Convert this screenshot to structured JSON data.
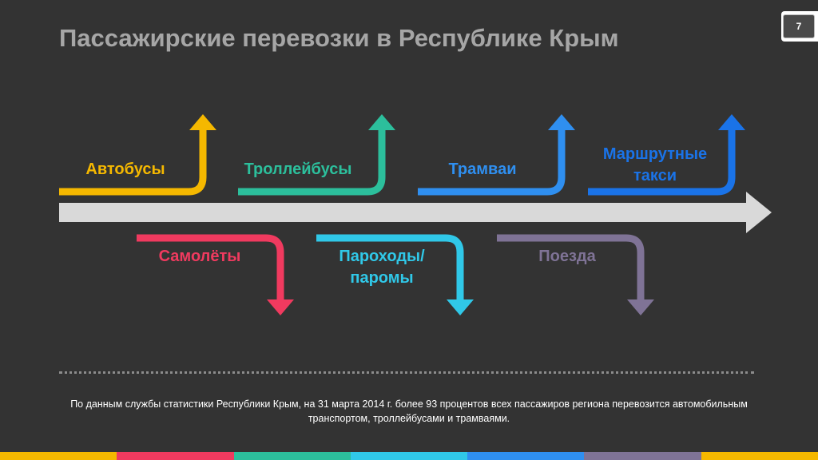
{
  "slide": {
    "title": "Пассажирские перевозки в Республике Крым",
    "page_number": "7",
    "note": "По данным службы статистики Республики Крым, на 31 марта 2014 г. более 93 процентов всех пассажиров региона перевозится автомобильным транспортом, троллейбусами и трамваями."
  },
  "colors": {
    "background": "#333333",
    "timeline": "#d9d9d9",
    "title": "#a6a6a6"
  },
  "arrows": {
    "buses": {
      "label": "Автобусы",
      "color": "#f5b800",
      "direction": "up"
    },
    "trolleybuses": {
      "label": "Троллейбусы",
      "color": "#2cbf9c",
      "direction": "up"
    },
    "trams": {
      "label": "Трамваи",
      "color": "#2f8ff0",
      "direction": "up"
    },
    "minibus_taxi": {
      "label": "Маршрутные такси",
      "color": "#1a73e8",
      "direction": "up"
    },
    "airplanes": {
      "label": "Самолёты",
      "color": "#f03a5f",
      "direction": "down"
    },
    "ships_ferries": {
      "label": "Пароходы/ паромы",
      "color": "#30c8e8",
      "direction": "down"
    },
    "trains": {
      "label": "Поезда",
      "color": "#7f7396",
      "direction": "down"
    }
  },
  "bottom_bar_colors": [
    "#f5b800",
    "#f03a5f",
    "#2cbf9c",
    "#30c8e8",
    "#2f8ff0",
    "#7f7396",
    "#f5b800"
  ]
}
